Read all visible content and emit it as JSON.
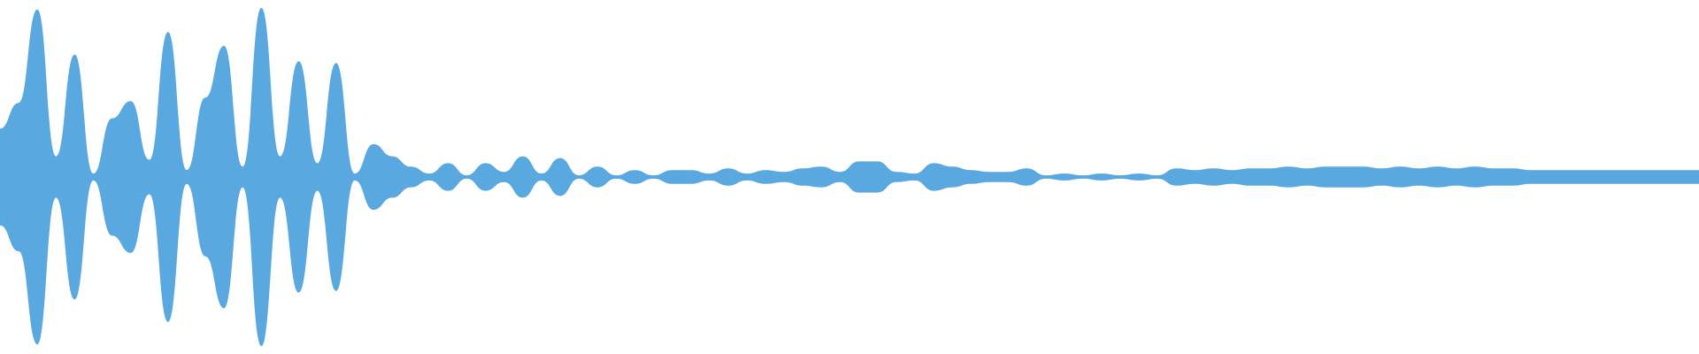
{
  "waveform": {
    "color": "#5aa8e0",
    "envelope": [
      0.28,
      0.43,
      0.97,
      0.12,
      0.71,
      0.02,
      0.34,
      0.44,
      0.1,
      0.84,
      0.04,
      0.46,
      0.76,
      0.06,
      0.98,
      0.12,
      0.67,
      0.08,
      0.66,
      0.02,
      0.19,
      0.12,
      0.06,
      0.02,
      0.08,
      0.01,
      0.08,
      0.03,
      0.12,
      0.02,
      0.11,
      0.01,
      0.06,
      0.01,
      0.04,
      0.01,
      0.04,
      0.04,
      0.02,
      0.05,
      0.02,
      0.04,
      0.03,
      0.05,
      0.06,
      0.03,
      0.09,
      0.09,
      0.03,
      0.02,
      0.08,
      0.06,
      0.04,
      0.03,
      0.03,
      0.05,
      0.01,
      0.02,
      0.01,
      0.02,
      0.01,
      0.02,
      0.01,
      0.05,
      0.04,
      0.05,
      0.04,
      0.05,
      0.05,
      0.06,
      0.05,
      0.06,
      0.06,
      0.06,
      0.05,
      0.06,
      0.05,
      0.06,
      0.05,
      0.06,
      0.05,
      0.05,
      0.04,
      0.04,
      0.04,
      0.04,
      0.04,
      0.04,
      0.04,
      0.04,
      0.04,
      0.04
    ]
  }
}
